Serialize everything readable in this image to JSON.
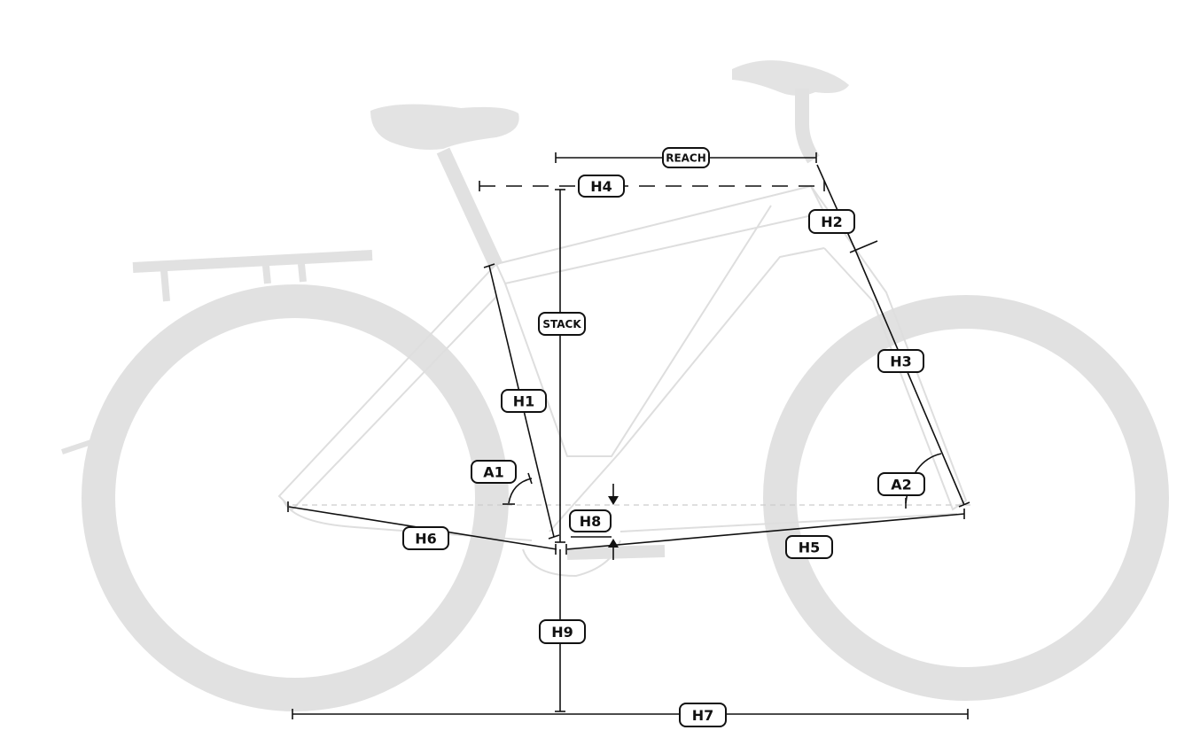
{
  "labels": {
    "reach": "REACH",
    "stack": "STACK",
    "h1": "H1",
    "h2": "H2",
    "h3": "H3",
    "h4": "H4",
    "h5": "H5",
    "h6": "H6",
    "h7": "H7",
    "h8": "H8",
    "h9": "H9",
    "a1": "A1",
    "a2": "A2"
  },
  "colors": {
    "ink": "#111111",
    "silhouette": "#e3e3e3",
    "background": "#ffffff"
  }
}
